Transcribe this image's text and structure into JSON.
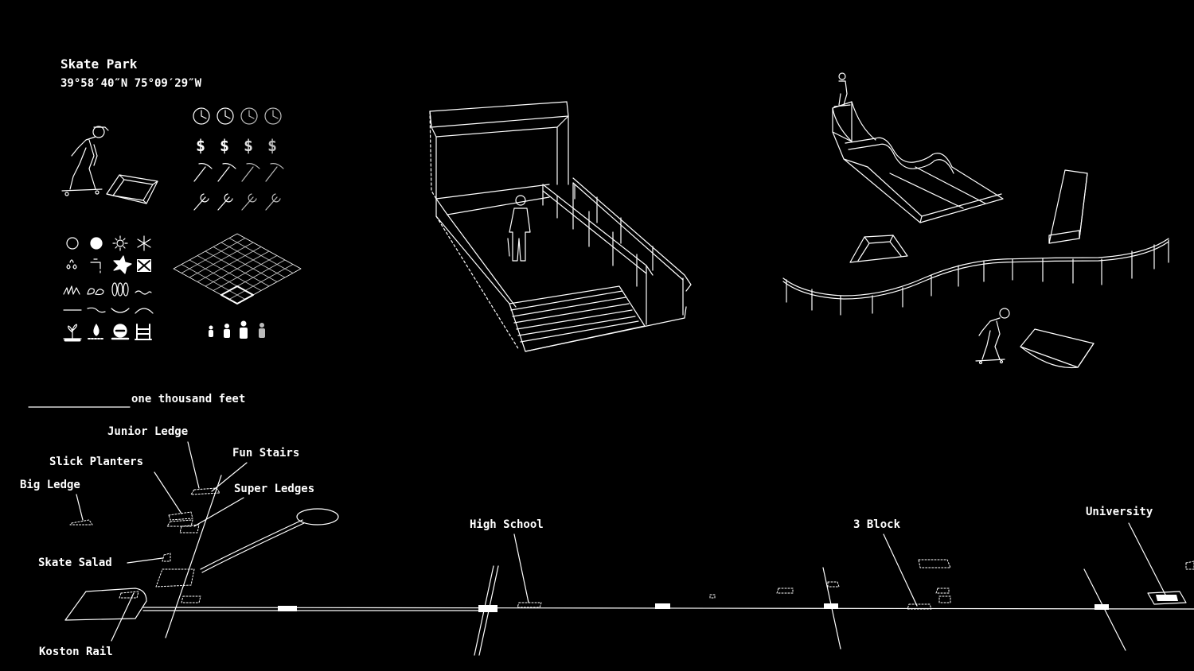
{
  "header": {
    "title": "Skate Park",
    "coordinates": "39°58′40″N  75°09′29″W"
  },
  "legend": {
    "clocks": 4,
    "dollars": 4,
    "picks": 4,
    "wrenches": 4,
    "dollar_glyph": "$",
    "people_count": 4,
    "scale_label": "one thousand feet"
  },
  "map": {
    "labels": {
      "junior_ledge": "Junior Ledge",
      "slick_planters": "Slick Planters",
      "fun_stairs": "Fun Stairs",
      "big_ledge": "Big Ledge",
      "super_ledges": "Super Ledges",
      "skate_salad": "Skate Salad",
      "koston_rail": "Koston Rail",
      "high_school": "High School",
      "three_block": "3 Block",
      "university": "University"
    }
  },
  "colors": {
    "background": "#000000",
    "stroke": "#ffffff",
    "dim": "#bbbbbb"
  }
}
